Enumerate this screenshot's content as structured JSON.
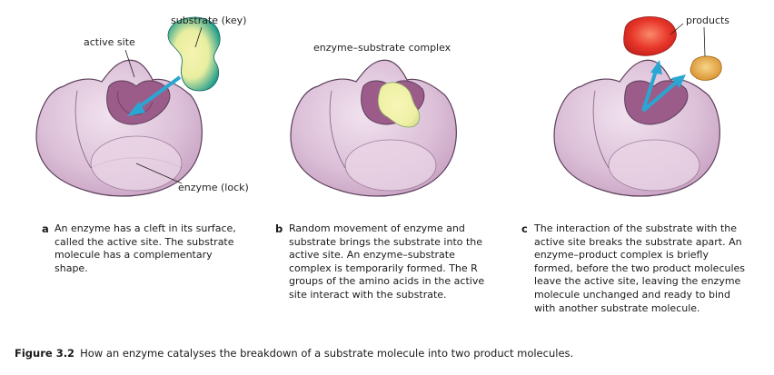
{
  "panels": [
    {
      "letter": "a",
      "labels": {
        "active_site": "active site",
        "substrate": "substrate (key)",
        "enzyme": "enzyme (lock)"
      },
      "caption": "An enzyme has a cleft in its surface, called the active site. The substrate molecule has a complementary shape."
    },
    {
      "letter": "b",
      "labels": {
        "complex": "enzyme–substrate complex"
      },
      "caption": "Random movement of enzyme and substrate brings the substrate into the active site. An enzyme–substrate complex is temporarily formed. The R groups of the amino acids in the active site interact with the substrate."
    },
    {
      "letter": "c",
      "labels": {
        "products": "products"
      },
      "caption": "The interaction of the substrate with the active site breaks the substrate apart. An enzyme–product complex is briefly formed, before the two product molecules leave the active site, leaving the enzyme molecule unchanged and ready to bind with another substrate molecule."
    }
  ],
  "figure": {
    "number": "Figure 3.2",
    "caption": "How an enzyme catalyses the breakdown of a substrate molecule into two product molecules."
  },
  "colors": {
    "enzyme_fill": "#e3cbe0",
    "enzyme_stroke": "#5b3f5a",
    "active_site": "#9c5c8a",
    "substrate_light": "#f4f2a6",
    "substrate_dark": "#1b9c8e",
    "arrow": "#2aa6d2",
    "product_red": "#e8322a",
    "product_orange": "#e6a33a"
  }
}
